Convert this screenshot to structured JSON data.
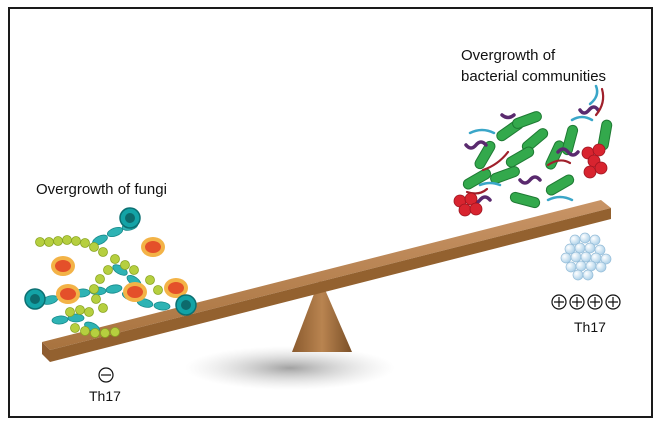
{
  "labels": {
    "fungi": "Overgrowth of fungi",
    "bacteria_line1": "Overgrowth of",
    "bacteria_line2": "bacterial communities",
    "th17_left": "Th17",
    "th17_right": "Th17"
  },
  "symbols": {
    "left_sign": "minus",
    "right_signs": [
      "plus",
      "plus",
      "plus",
      "plus"
    ]
  },
  "colors": {
    "plank": "#b5804f",
    "fulcrum": "#a8703f",
    "fungi_cyan": "#13a3a6",
    "fungi_yellow_green": "#a8c53a",
    "fungi_orange": "#e9592b",
    "bacteria_green": "#2fa84a",
    "bacteria_red": "#d8242f",
    "bacteria_purple": "#5a2a6e",
    "bacteria_cyan": "#3aa6c8",
    "cell_cluster": "#bcd9ee"
  }
}
